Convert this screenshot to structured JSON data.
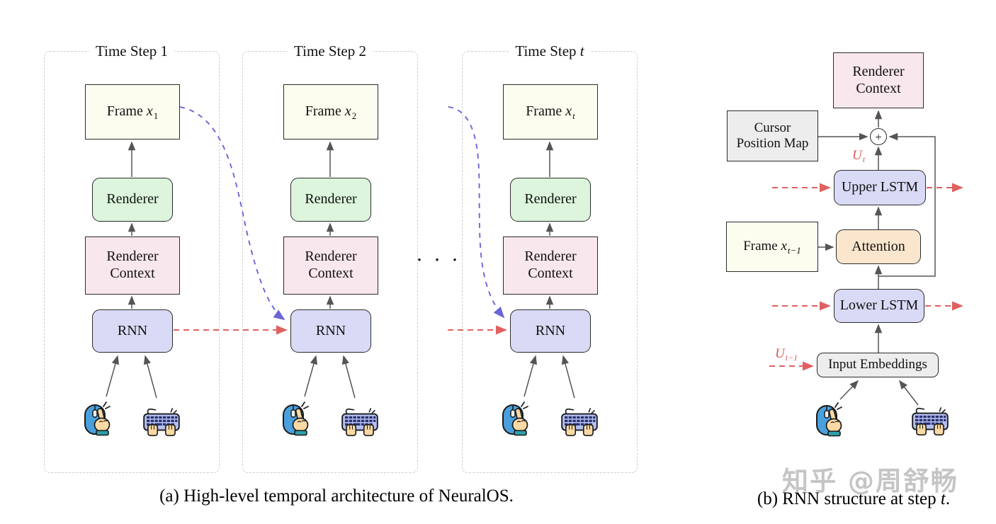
{
  "panel_a": {
    "caption": "(a) High-level temporal architecture of NeuralOS.",
    "ellipsis": "• • •",
    "steps": [
      {
        "title_text": "Time Step",
        "title_var": "1",
        "frame_prefix": "Frame",
        "frame_var": "x",
        "frame_sub": "1",
        "renderer": "Renderer",
        "context": "Renderer Context",
        "rnn": "RNN"
      },
      {
        "title_text": "Time Step",
        "title_var": "2",
        "frame_prefix": "Frame",
        "frame_var": "x",
        "frame_sub": "2",
        "renderer": "Renderer",
        "context": "Renderer Context",
        "rnn": "RNN"
      },
      {
        "title_text": "Time Step",
        "title_var": "t",
        "frame_prefix": "Frame",
        "frame_var": "x",
        "frame_sub": "t",
        "renderer": "Renderer",
        "context": "Renderer Context",
        "rnn": "RNN"
      }
    ]
  },
  "panel_b": {
    "caption_text": "(b) RNN structure at step ",
    "caption_var": "t",
    "caption_end": ".",
    "renderer_context": "Renderer Context",
    "cursor_map": "Cursor Position Map",
    "plus": "+",
    "upper_lstm": "Upper LSTM",
    "attention": "Attention",
    "frame_prefix": "Frame",
    "frame_var": "x",
    "frame_sub": "t−1",
    "lower_lstm": "Lower LSTM",
    "input_embeddings": "Input Embeddings",
    "u_t_var": "U",
    "u_t_sub": "t",
    "u_prev_var": "U",
    "u_prev_sub": "t−1"
  },
  "watermark": "知乎 @周舒畅",
  "colors": {
    "frame_fill": "#fdfdef",
    "renderer_fill": "#dcf5dc",
    "context_fill": "#f8e7ec",
    "rnn_fill": "#d9daf5",
    "attention_fill": "#fae6cd",
    "gray_fill": "#ededed",
    "arrow": "#555555",
    "recurrent_red": "#e06060",
    "frame_feedback_blue": "#6a66d9",
    "step_border_dashed": "#cdcdcd"
  },
  "icons": {
    "mouse": "mouse-click-icon",
    "keyboard": "keyboard-typing-icon"
  }
}
